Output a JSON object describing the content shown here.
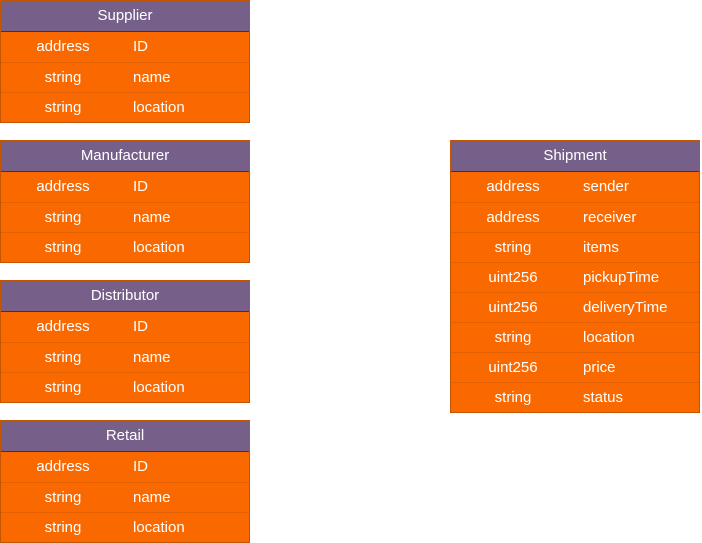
{
  "entities": [
    {
      "id": "supplier",
      "title": "Supplier",
      "fields": [
        {
          "type": "address",
          "name": "ID"
        },
        {
          "type": "string",
          "name": "name"
        },
        {
          "type": "string",
          "name": "location"
        }
      ]
    },
    {
      "id": "manufacturer",
      "title": "Manufacturer",
      "fields": [
        {
          "type": "address",
          "name": "ID"
        },
        {
          "type": "string",
          "name": "name"
        },
        {
          "type": "string",
          "name": "location"
        }
      ]
    },
    {
      "id": "distributor",
      "title": "Distributor",
      "fields": [
        {
          "type": "address",
          "name": "ID"
        },
        {
          "type": "string",
          "name": "name"
        },
        {
          "type": "string",
          "name": "location"
        }
      ]
    },
    {
      "id": "retail",
      "title": "Retail",
      "fields": [
        {
          "type": "address",
          "name": "ID"
        },
        {
          "type": "string",
          "name": "name"
        },
        {
          "type": "string",
          "name": "location"
        }
      ]
    },
    {
      "id": "shipment",
      "title": "Shipment",
      "fields": [
        {
          "type": "address",
          "name": "sender"
        },
        {
          "type": "address",
          "name": "receiver"
        },
        {
          "type": "string",
          "name": "items"
        },
        {
          "type": "uint256",
          "name": "pickupTime"
        },
        {
          "type": "uint256",
          "name": "deliveryTime"
        },
        {
          "type": "string",
          "name": "location"
        },
        {
          "type": "uint256",
          "name": "price"
        },
        {
          "type": "string",
          "name": "status"
        }
      ]
    }
  ],
  "colors": {
    "header": "#76608a",
    "row": "#fa6800",
    "text": "#ffffff"
  }
}
